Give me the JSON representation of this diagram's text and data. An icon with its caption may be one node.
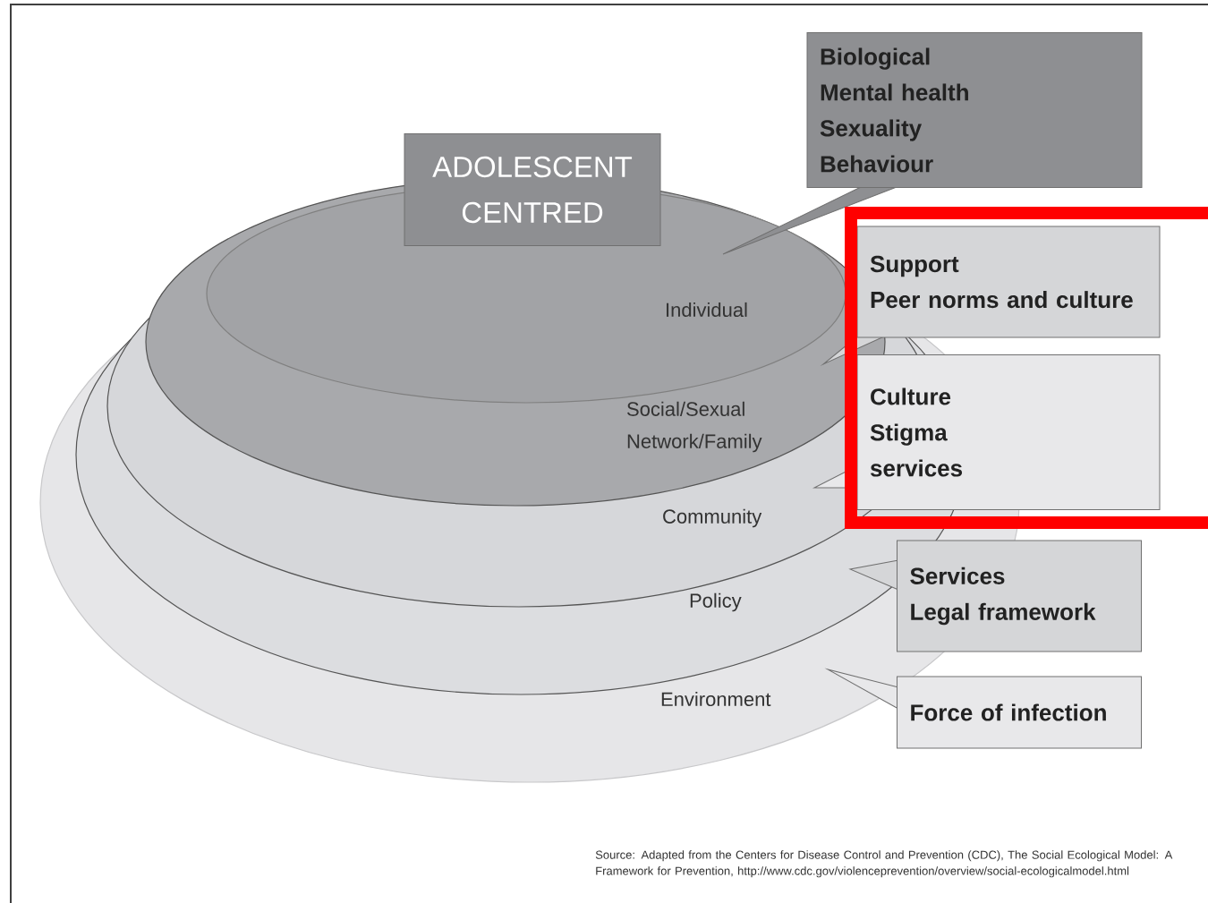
{
  "diagram": {
    "caption": "Source: Adapted from the Centers for Disease Control and Prevention (CDC), The Social Ecological Model: A Framework for Prevention, http://www.cdc.gov/violenceprevention/overview/social-ecologicalmodel.html",
    "nodes": [
      {
        "text": [
          "Environment"
        ]
      },
      {
        "text": [
          "Policy"
        ],
        "in": 0
      },
      {
        "text": [
          "Community"
        ],
        "in": 1
      },
      {
        "text": [
          "Social/Sexual Network/Family"
        ],
        "in": 2
      },
      {
        "text": [
          "Individual"
        ],
        "in": 3
      },
      {
        "text": [
          "ADOLESCENT CENTRED"
        ]
      },
      {
        "text": [
          "Biological",
          "Mental health",
          "Sexuality",
          "Behaviour"
        ]
      },
      {
        "text": [
          "Support",
          "Peer norms and culture"
        ]
      },
      {
        "text": [
          "Culture",
          "Stigma",
          "services"
        ]
      },
      {
        "text": [
          "Services",
          "Legal framework"
        ]
      },
      {
        "text": [
          "Force of infection"
        ]
      }
    ]
  }
}
